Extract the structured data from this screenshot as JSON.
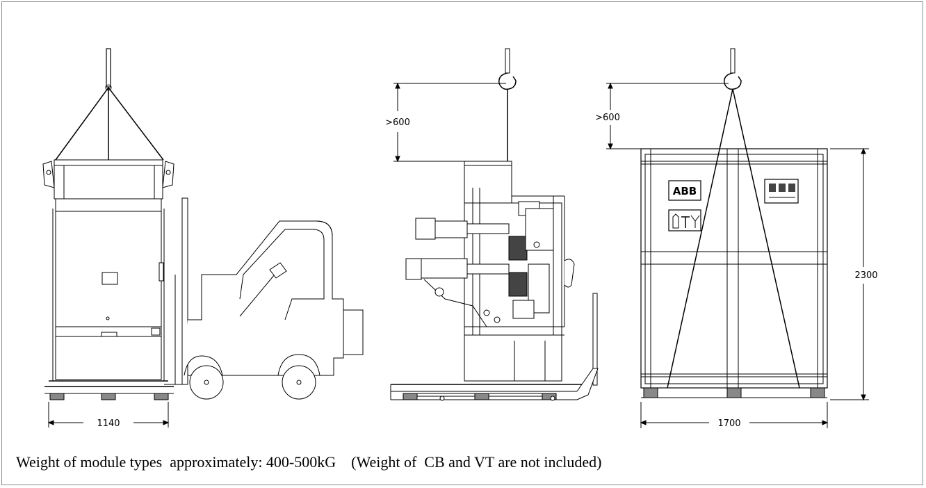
{
  "caption": {
    "weight_text": "Weight of module types  approximately: 400-500kG",
    "note_text": "    (Weight of  CB and VT are not included)"
  },
  "dimensions": {
    "width_left": "1140",
    "clearance_middle": ">600",
    "clearance_right": ">600",
    "height_right": "2300",
    "width_right": "1700"
  },
  "labels": {
    "logo_text": "ABB"
  },
  "icons": {
    "handling_symbols": "handling-symbols-icon",
    "warning_label": "warning-label-icon",
    "hook": "crane-hook-icon"
  }
}
